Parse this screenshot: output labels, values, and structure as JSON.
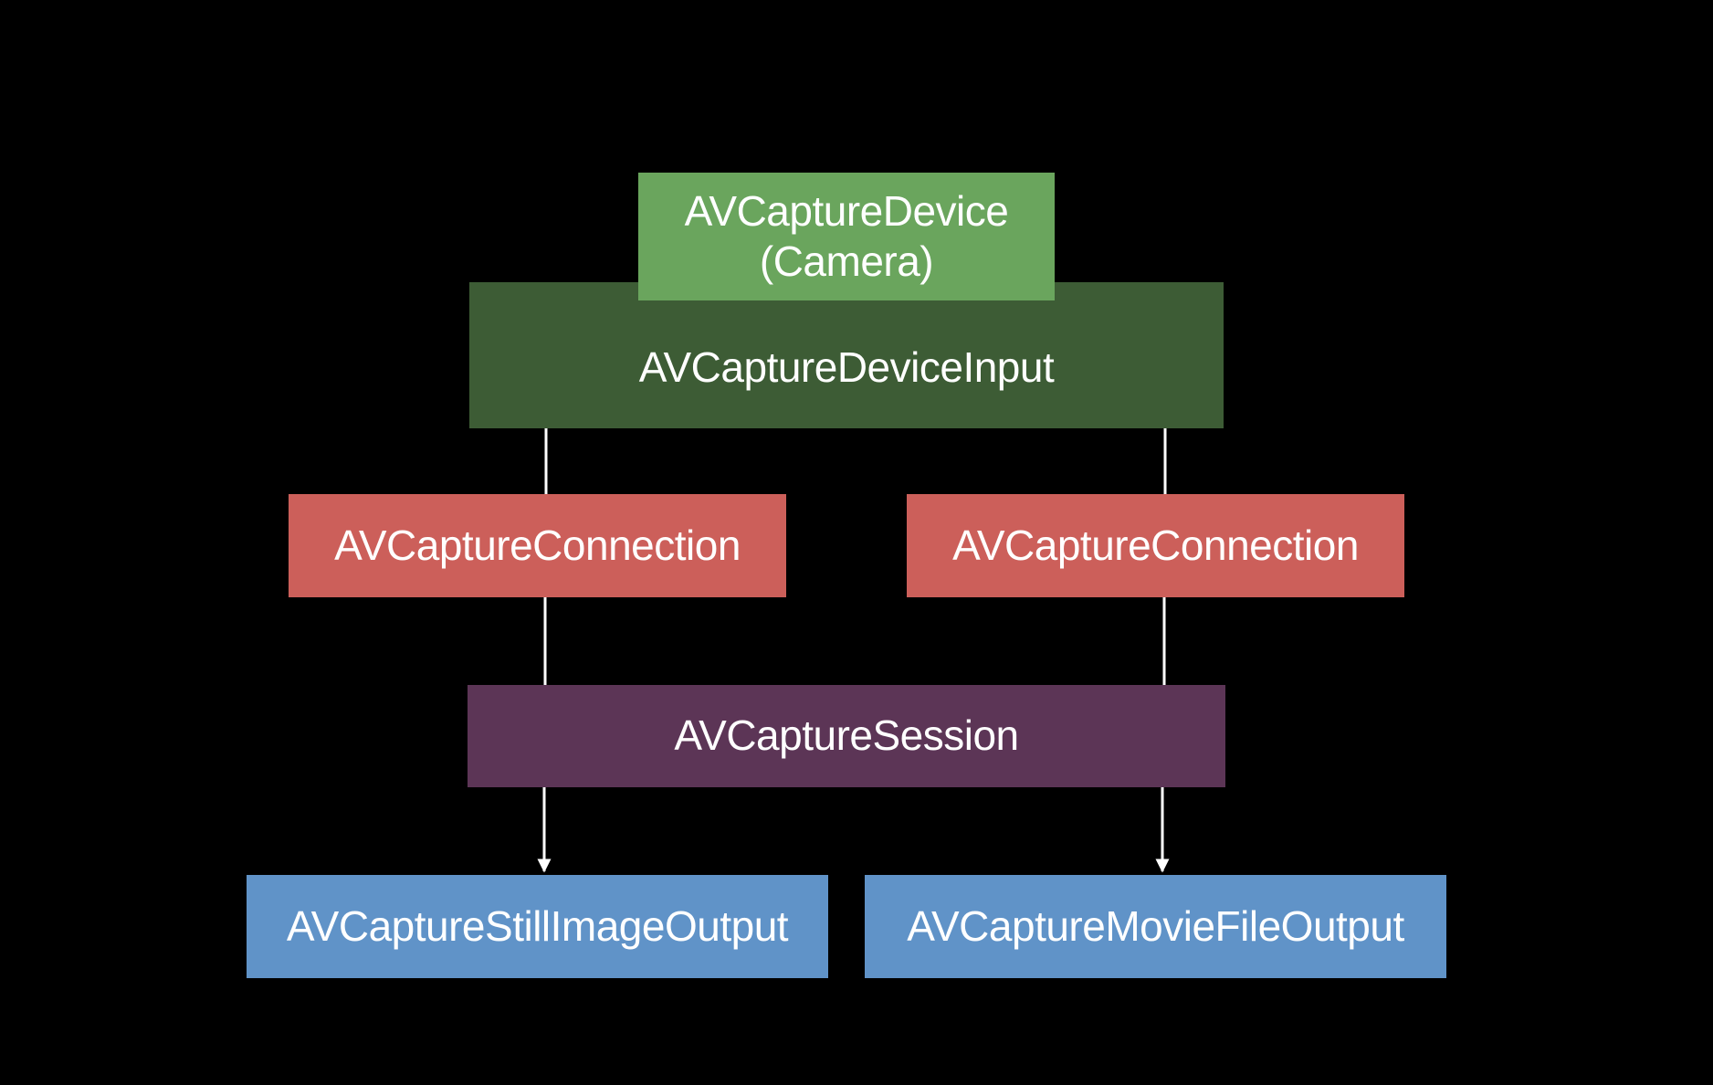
{
  "diagram": {
    "background": "#000000",
    "nodes": {
      "device": {
        "lines": [
          "AVCaptureDevice",
          "(Camera)"
        ],
        "color": "#6aa55d"
      },
      "device_input": {
        "label": "AVCaptureDeviceInput",
        "color": "#3d5c35"
      },
      "connection_left": {
        "label": "AVCaptureConnection",
        "color": "#cc5f5a"
      },
      "connection_right": {
        "label": "AVCaptureConnection",
        "color": "#cc5f5a"
      },
      "session": {
        "label": "AVCaptureSession",
        "color": "#5c3556"
      },
      "still_output": {
        "label": "AVCaptureStillImageOutput",
        "color": "#6093c8"
      },
      "movie_output": {
        "label": "AVCaptureMovieFileOutput",
        "color": "#6093c8"
      }
    },
    "edges": [
      {
        "from": "device_input",
        "to": "connection_left"
      },
      {
        "from": "connection_left",
        "to": "session"
      },
      {
        "from": "session",
        "to": "still_output",
        "arrow": true
      },
      {
        "from": "device_input",
        "to": "connection_right"
      },
      {
        "from": "connection_right",
        "to": "session"
      },
      {
        "from": "session",
        "to": "movie_output",
        "arrow": true
      }
    ],
    "edge_color": "#ffffff"
  }
}
